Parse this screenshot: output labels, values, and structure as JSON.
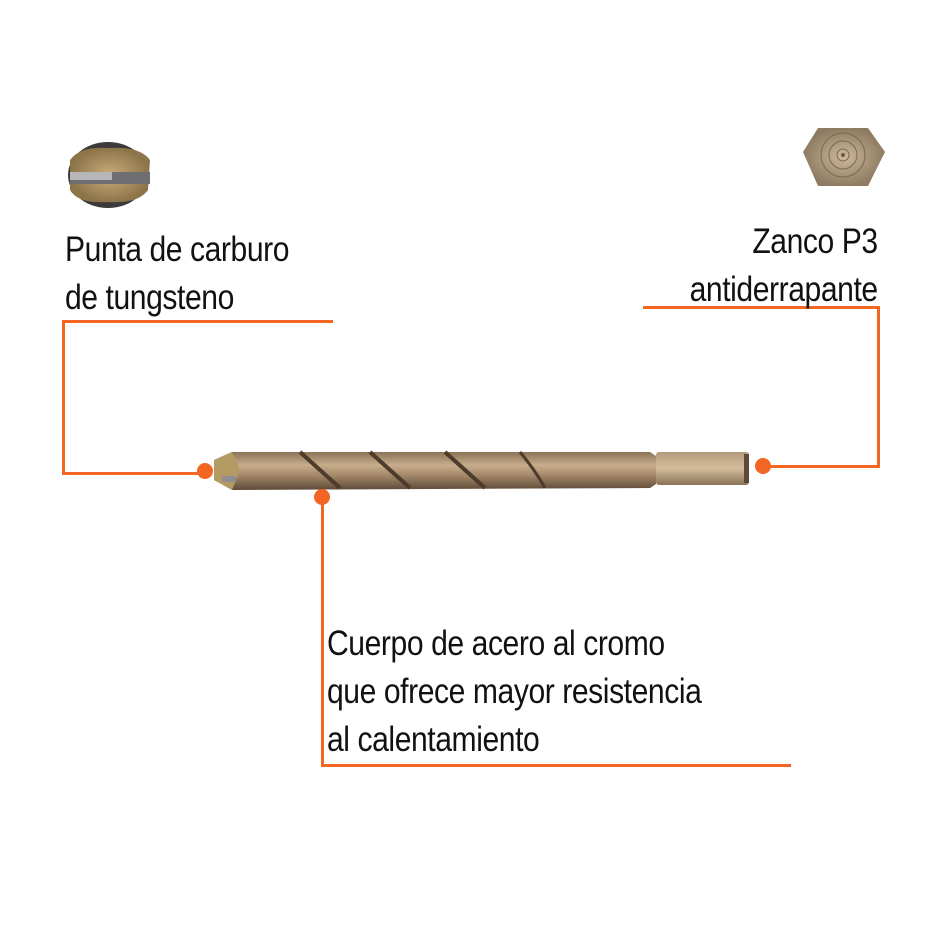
{
  "callouts": {
    "tip": {
      "lines": [
        "Punta de carburo",
        "de tungsteno"
      ],
      "icon": "carbide-tip-icon"
    },
    "shank": {
      "lines": [
        "Zanco P3",
        "antiderrapante"
      ],
      "icon": "hex-shank-icon"
    },
    "body": {
      "lines": [
        "Cuerpo de acero al cromo",
        "que ofrece mayor resistencia",
        "al calentamiento"
      ]
    }
  },
  "colors": {
    "accent": "#f26522",
    "text": "#111111",
    "bronze": "#a88d6e"
  }
}
